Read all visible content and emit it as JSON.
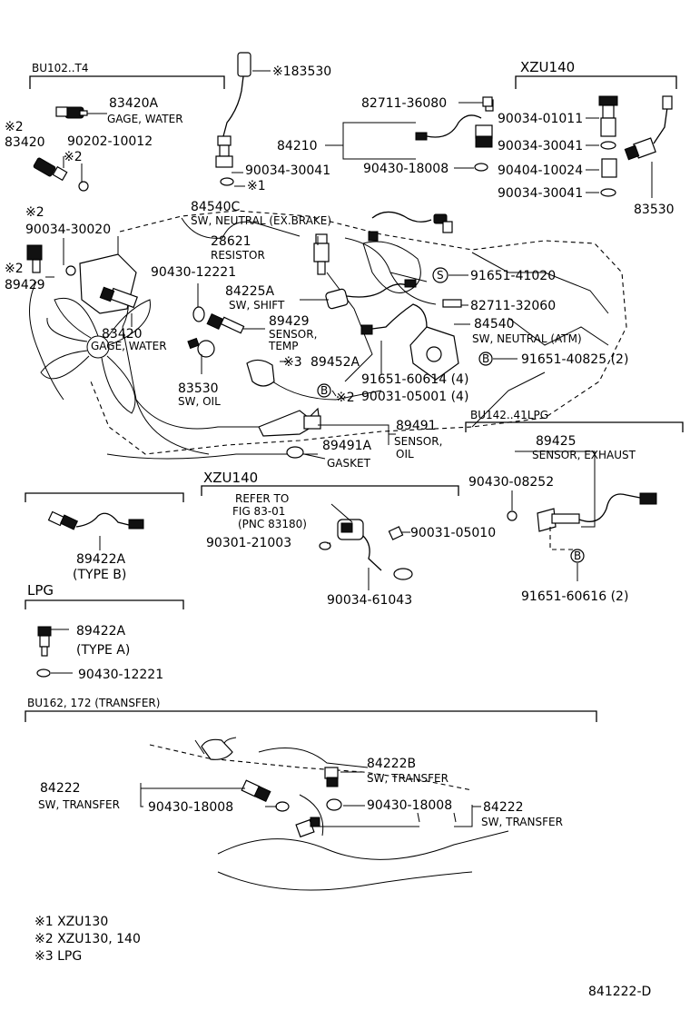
{
  "sections": {
    "bu102": "BU102..T4",
    "xzu140_top": "XZU140",
    "bu142": "BU142..41LPG",
    "xzu140_mid": "XZU140",
    "lpg": "LPG",
    "bu162": "BU162, 172 (TRANSFER)"
  },
  "labels": {
    "p183530": "※183530",
    "p83420A_top": "83420A",
    "gage_water_top": "GAGE, WATER",
    "note2_a": "※2",
    "p83420_left": "83420",
    "p90202": "90202-10012",
    "note2_b": "※2",
    "note2_c": "※2",
    "p90034_30020": "90034-30020",
    "note2_d": "※2",
    "p89429_left": "89429",
    "p90034_30041_mid": "90034-30041",
    "note1_a": "※1",
    "p84540C": "84540C",
    "sw_neutral_ex": "SW, NEUTRAL (EX.BRAKE)",
    "p82711_36080": "82711-36080",
    "p84210": "84210",
    "p90430_18008_top": "90430-18008",
    "p90034_01011": "90034-01011",
    "p90034_30041_r1": "90034-30041",
    "p90404_10024": "90404-10024",
    "p90034_30041_r2": "90034-30041",
    "p83530_right": "83530",
    "p28621": "28621",
    "resistor": "RESISTOR",
    "p90430_12221_mid": "90430-12221",
    "p84225A": "84225A",
    "sw_shift": "SW, SHIFT",
    "p91651_41020": "91651-41020",
    "p82711_32060": "82711-32060",
    "p84540": "84540",
    "sw_neutral_atm": "SW, NEUTRAL (ATM)",
    "p91651_40825": "91651-40825 (2)",
    "p83420_mid": "83420",
    "gage_water_mid": "GAGE, WATER",
    "p89429_mid": "89429",
    "sensor": "SENSOR,",
    "temp": "TEMP",
    "note3_a": "※3",
    "p89452A": "89452A",
    "p91651_60614": "91651-60614 (4)",
    "p83530_mid": "83530",
    "sw_oil": "SW, OIL",
    "note2_e": "※2",
    "p90031_05001": "90031-05001 (4)",
    "p89491": "89491",
    "p89491A": "89491A",
    "sensor_oil_1": "SENSOR,",
    "sensor_oil_2": "OIL",
    "gasket": "GASKET",
    "p89425": "89425",
    "sensor_exhaust": "SENSOR, EXHAUST",
    "p90430_08252": "90430-08252",
    "p91651_60616": "91651-60616 (2)",
    "refer_to": "REFER TO",
    "fig": "FIG 83-01",
    "pnc": "(PNC 83180)",
    "p90031_05010": "90031-05010",
    "p90301_21003": "90301-21003",
    "p90034_61043": "90034-61043",
    "p89422A_b": "89422A",
    "type_b": "(TYPE B)",
    "p89422A_a": "89422A",
    "type_a": "(TYPE A)",
    "p90430_12221_lpg": "90430-12221",
    "p84222B": "84222B",
    "sw_transfer_b": "SW, TRANSFER",
    "p84222_left": "84222",
    "sw_transfer_left": "SW, TRANSFER",
    "p90430_18008_left": "90430-18008",
    "p90430_18008_right": "90430-18008",
    "p84222_right": "84222",
    "sw_transfer_right": "SW, TRANSFER"
  },
  "markers": {
    "s": "S",
    "b": "B"
  },
  "notes": [
    "※1  XZU130",
    "※2  XZU130, 140",
    "※3  LPG"
  ],
  "diagram_id": "841222-D"
}
